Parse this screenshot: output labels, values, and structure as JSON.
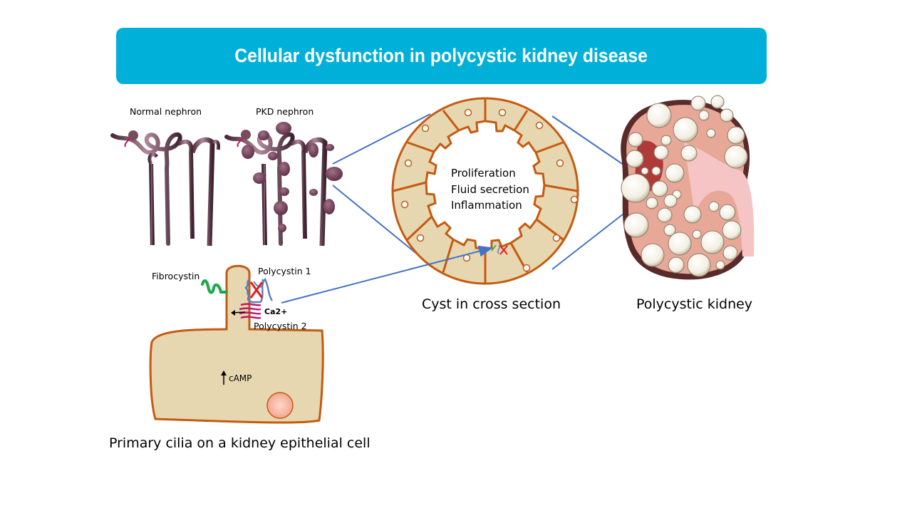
{
  "title": "Cellular dysfunction in polycystic kidney disease",
  "labels": {
    "normal_nephron": "Normal nephron",
    "pkd_nephron": "PKD nephron",
    "fibrocystin": "Fibrocystin",
    "polycystin1": "Polycystin 1",
    "polycystin2": "Polycystin 2",
    "ca2": "Ca2+",
    "camp": "cAMP",
    "cell_caption": "Primary cilia on a kidney epithelial cell",
    "cyst_caption": "Cyst in cross section",
    "kidney_caption": "Polycystic kidney"
  },
  "cyst_processes": [
    "Proliferation",
    "Fluid secretion",
    "Inflammation"
  ],
  "colors": {
    "banner": "#00b0d8",
    "connector": "#4472c4",
    "cell_fill": "#e6d7b0",
    "cell_outline": "#c55a11",
    "nephron": "#7a4a5e",
    "fibrocystin": "#1aa84a",
    "polycystin1": "#5b7fbf",
    "polycystin2": "#c0186c",
    "mutation_x": "#e02020"
  }
}
